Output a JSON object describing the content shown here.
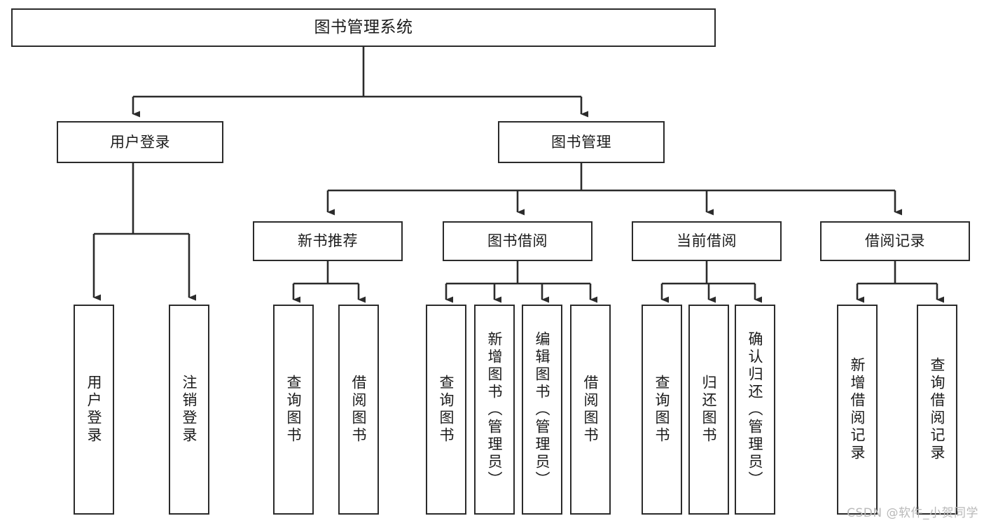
{
  "diagram": {
    "title": "图书管理系统",
    "type": "tree",
    "watermark": "CSDN @软件_小贺同学",
    "colors": {
      "box_border": "#2b2b2b",
      "box_fill": "#ffffff",
      "edge": "#2b2b2b",
      "text": "#1b1b1b",
      "watermark": "#b9b9b9",
      "background": "#ffffff"
    },
    "nodes": {
      "root": {
        "label": "图书管理系统"
      },
      "level2": [
        {
          "id": "user-login",
          "label": "用户登录"
        },
        {
          "id": "book-manage",
          "label": "图书管理"
        }
      ],
      "level3": [
        {
          "id": "new-book-recommend",
          "label": "新书推荐"
        },
        {
          "id": "book-borrow",
          "label": "图书借阅"
        },
        {
          "id": "current-borrow",
          "label": "当前借阅"
        },
        {
          "id": "borrow-record",
          "label": "借阅记录"
        }
      ],
      "leaves": [
        {
          "id": "leaf-user-login",
          "label": "用户登录",
          "parent": "user-login"
        },
        {
          "id": "leaf-logout-login",
          "label": "注销登录",
          "parent": "user-login"
        },
        {
          "id": "leaf-query-book-1",
          "label": "查询图书",
          "parent": "new-book-recommend"
        },
        {
          "id": "leaf-borrow-book-1",
          "label": "借阅图书",
          "parent": "new-book-recommend"
        },
        {
          "id": "leaf-query-book-2",
          "label": "查询图书",
          "parent": "book-borrow"
        },
        {
          "id": "leaf-add-book",
          "label": "新增图书（管理员）",
          "parent": "book-borrow"
        },
        {
          "id": "leaf-edit-book",
          "label": "编辑图书（管理员）",
          "parent": "book-borrow"
        },
        {
          "id": "leaf-borrow-book-2",
          "label": "借阅图书",
          "parent": "book-borrow"
        },
        {
          "id": "leaf-query-book-3",
          "label": "查询图书",
          "parent": "current-borrow"
        },
        {
          "id": "leaf-return-book",
          "label": "归还图书",
          "parent": "current-borrow"
        },
        {
          "id": "leaf-confirm-return",
          "label": "确认归还（管理员）",
          "parent": "current-borrow"
        },
        {
          "id": "leaf-add-record",
          "label": "新增借阅记录",
          "parent": "borrow-record"
        },
        {
          "id": "leaf-query-record",
          "label": "查询借阅记录",
          "parent": "borrow-record"
        }
      ]
    }
  }
}
